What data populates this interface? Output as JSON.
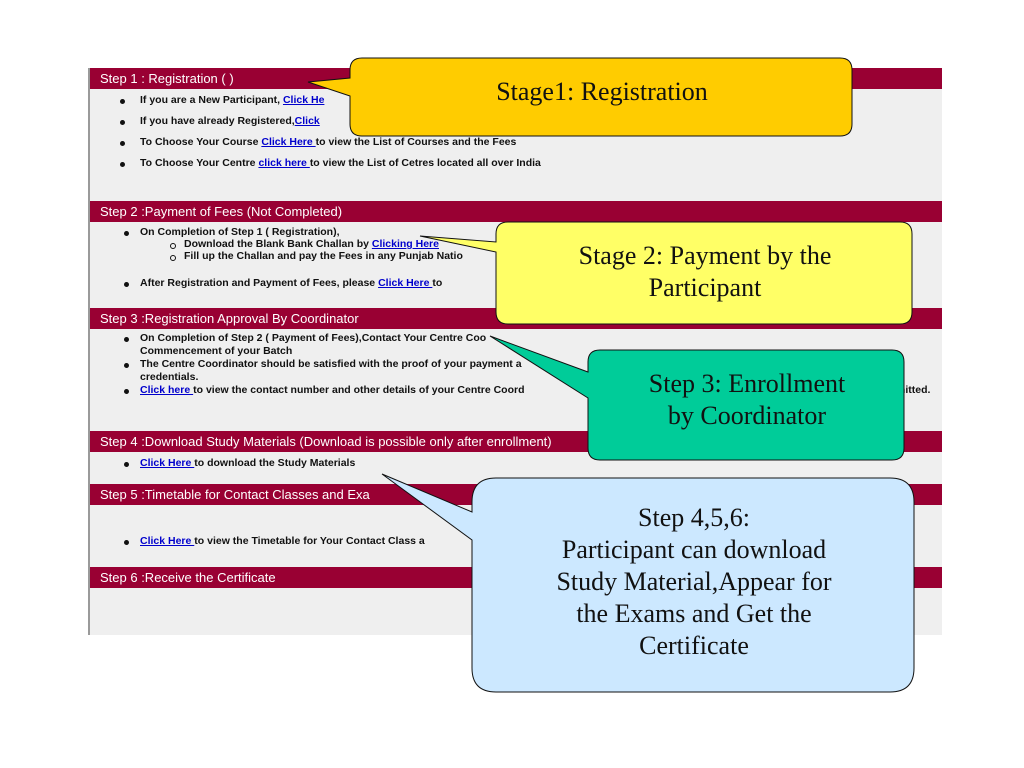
{
  "steps": [
    {
      "title": "Step 1 : Registration ( )",
      "lines": [
        {
          "pre": "If you are a New Participant, ",
          "link": "Click He",
          "post": ""
        },
        {
          "pre": "If you have already Registered,",
          "link": "Click",
          "post": ""
        },
        {
          "pre": "To Choose Your Course ",
          "link": "Click Here ",
          "post": "to view the List of Courses and the Fees"
        },
        {
          "pre": "To Choose Your Centre ",
          "link": "click here ",
          "post": "to view the List of Cetres located all over India"
        }
      ]
    },
    {
      "title": "Step 2 :Payment of Fees (Not Completed)",
      "lines": [
        {
          "pre": "On Completion of Step 1 ( Registration),",
          "link": "",
          "post": ""
        },
        {
          "pre": "Download the Blank Bank Challan by ",
          "link": "Clicking Here",
          "post": ""
        },
        {
          "pre": "Fill up the Challan and pay the Fees in any Punjab Natio",
          "link": "",
          "post": ""
        },
        {
          "pre": "After Registration and Payment of Fees, please ",
          "link": "Click Here ",
          "post": "to"
        }
      ]
    },
    {
      "title": "Step 3 :Registration Approval By Coordinator",
      "lines": [
        {
          "pre": "On Completion of Step 2 ( Payment of Fees),Contact Your Centre Coo",
          "link": "",
          "post": ""
        },
        {
          "pre": "Commencement of your Batch",
          "link": "",
          "post": ""
        },
        {
          "pre": "The Centre Coordinator should be satisfied with the proof of your payment a",
          "link": "",
          "post": ""
        },
        {
          "pre": "credentials.",
          "link": "",
          "post": ""
        },
        {
          "pre": "",
          "link": "Click here ",
          "post": "to view the contact number and other details of your Centre Coord"
        },
        {
          "pre": "mitted.",
          "link": "",
          "post": ""
        }
      ]
    },
    {
      "title": "Step 4 :Download Study Materials (Download is possible only after enrollment)",
      "lines": [
        {
          "pre": "",
          "link": "Click Here ",
          "post": "to download the Study Materials"
        }
      ]
    },
    {
      "title": "Step 5 :Timetable for Contact Classes and Exa",
      "lines": [
        {
          "pre": "",
          "link": "Click Here ",
          "post": "to view the Timetable for Your Contact Class a"
        }
      ]
    },
    {
      "title": "Step 6 :Receive the Certificate",
      "lines": []
    }
  ],
  "callouts": {
    "c1": [
      "Stage1: Registration"
    ],
    "c2": [
      "Stage 2: Payment by the",
      "Participant"
    ],
    "c3": [
      "Step 3: Enrollment",
      "by Coordinator"
    ],
    "c4": [
      "Step 4,5,6:",
      "Participant can download",
      "Study Material,Appear for",
      "the Exams and Get the",
      "Certificate"
    ]
  },
  "colors": {
    "step_bar": "#990033",
    "callout1": "#ffcc00",
    "callout2": "#ffff66",
    "callout3": "#00cc99",
    "callout4": "#cce8ff"
  }
}
